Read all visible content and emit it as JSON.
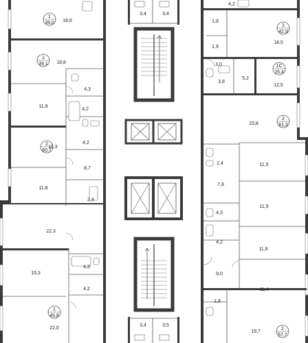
{
  "units": [
    {
      "id": "u-l1",
      "number": "1",
      "total": "39,0"
    },
    {
      "id": "u-l2",
      "number": "1",
      "total": "39,1"
    },
    {
      "id": "u-l3",
      "number": "2",
      "total": "60,7"
    },
    {
      "id": "u-l4",
      "number": "1",
      "total": "45,8"
    },
    {
      "id": "u-r1",
      "number": "1",
      "total": "42,9"
    },
    {
      "id": "u-r2",
      "number": "1С",
      "total": "26,4"
    },
    {
      "id": "u-r3",
      "number": "2",
      "total": "61,3"
    },
    {
      "id": "u-r4",
      "number": "2",
      "total": "57,7"
    }
  ],
  "rooms": [
    "18,6",
    "18,8",
    "4,3",
    "11,8",
    "4,2",
    "4,2",
    "11,3",
    "8,7",
    "11,8",
    "2,4",
    "22,3",
    "15,3",
    "4,3",
    "4,2",
    "22,0",
    "3,4",
    "3,4",
    "3,4",
    "3,5",
    "4,2",
    "1,8",
    "1,9",
    "18,5",
    "3,0",
    "3,8",
    "5,2",
    "12,5",
    "23,8",
    "2,4",
    "11,5",
    "7,8",
    "11,5",
    "4,3",
    "4,2",
    "11,6",
    "9,0",
    "11,4",
    "1,8",
    "19,7"
  ]
}
